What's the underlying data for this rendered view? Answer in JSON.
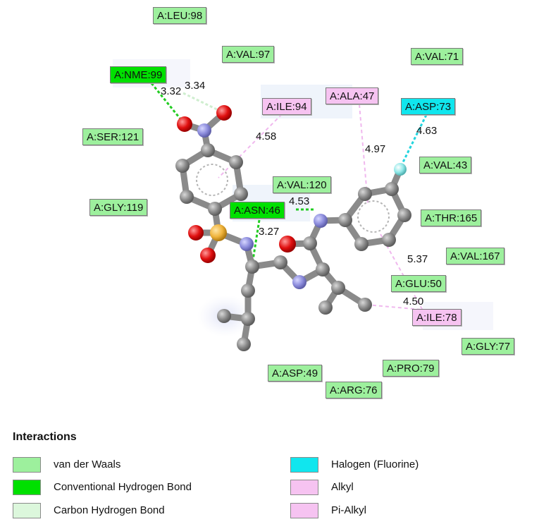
{
  "colors": {
    "van_der_waals": "#9df09d",
    "conventional_hbond": "#00e000",
    "carbon_hbond": "#dcf7dc",
    "halogen": "#10e6ee",
    "alkyl": "#f6c3f1",
    "pi_alkyl": "#f6c3f1",
    "carbon_atom": "#888888",
    "nitrogen_atom": "#8c8cdc",
    "oxygen_atom": "#e01010",
    "sulfur_atom": "#f0b43c",
    "fluorine_atom": "#90e8e8"
  },
  "residues": [
    {
      "label": "A:LEU:98",
      "type": "van_der_waals"
    },
    {
      "label": "A:VAL:97",
      "type": "van_der_waals"
    },
    {
      "label": "A:VAL:71",
      "type": "van_der_waals"
    },
    {
      "label": "A:NME:99",
      "type": "conventional_hbond"
    },
    {
      "label": "A:ALA:47",
      "type": "alkyl"
    },
    {
      "label": "A:ILE:94",
      "type": "alkyl"
    },
    {
      "label": "A:ASP:73",
      "type": "halogen"
    },
    {
      "label": "A:SER:121",
      "type": "van_der_waals"
    },
    {
      "label": "A:VAL:43",
      "type": "van_der_waals"
    },
    {
      "label": "A:VAL:120",
      "type": "van_der_waals"
    },
    {
      "label": "A:GLY:119",
      "type": "van_der_waals"
    },
    {
      "label": "A:ASN:46",
      "type": "conventional_hbond"
    },
    {
      "label": "A:THR:165",
      "type": "van_der_waals"
    },
    {
      "label": "A:VAL:167",
      "type": "van_der_waals"
    },
    {
      "label": "A:GLU:50",
      "type": "van_der_waals"
    },
    {
      "label": "A:ILE:78",
      "type": "alkyl"
    },
    {
      "label": "A:GLY:77",
      "type": "van_der_waals"
    },
    {
      "label": "A:PRO:79",
      "type": "van_der_waals"
    },
    {
      "label": "A:ASP:49",
      "type": "van_der_waals"
    },
    {
      "label": "A:ARG:76",
      "type": "van_der_waals"
    }
  ],
  "distances": [
    "3.32",
    "3.34",
    "4.58",
    "4.97",
    "4.63",
    "4.53",
    "3.27",
    "5.37",
    "4.50"
  ],
  "legend": {
    "title": "Interactions",
    "items": [
      {
        "label": "van der Waals",
        "type": "van_der_waals"
      },
      {
        "label": "Conventional Hydrogen Bond",
        "type": "conventional_hbond"
      },
      {
        "label": "Carbon Hydrogen Bond",
        "type": "carbon_hbond"
      },
      {
        "label": "Halogen (Fluorine)",
        "type": "halogen"
      },
      {
        "label": "Alkyl",
        "type": "alkyl"
      },
      {
        "label": "Pi-Alkyl",
        "type": "pi_alkyl"
      }
    ]
  }
}
